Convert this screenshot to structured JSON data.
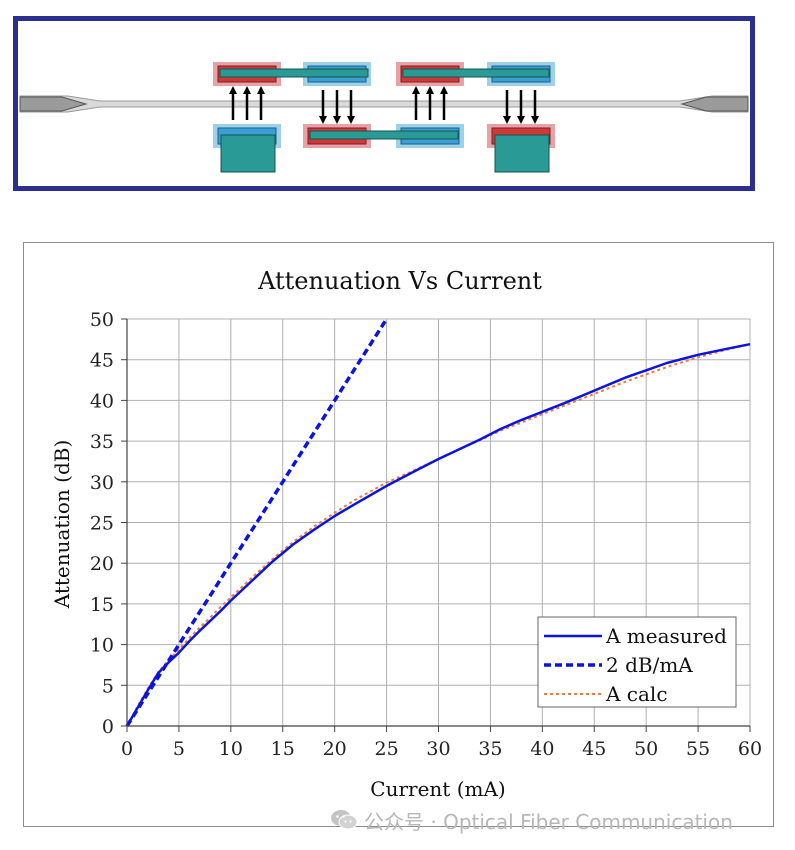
{
  "colors": {
    "frame_navy": "#2b2f8f",
    "heater_red": "#d0393a",
    "heater_red_light": "#e6a2a6",
    "electrode_blue": "#3b9fd6",
    "electrode_blue_light": "#9fd0ea",
    "bar_teal": "#2a9a96",
    "fiber_gray": "#d9d9d9",
    "series_measured": "#0a14e0",
    "series_slope": "#0a14e0",
    "series_calc": "#f07a3c",
    "grid": "#b0b0b0"
  },
  "chart_data": {
    "type": "line",
    "title": "Attenuation Vs Current",
    "xlabel": "Current (mA)",
    "ylabel": "Attenuation (dB)",
    "xlim": [
      0,
      60
    ],
    "ylim": [
      0,
      50
    ],
    "x_ticks": [
      0,
      5,
      10,
      15,
      20,
      25,
      30,
      35,
      40,
      45,
      50,
      55,
      60
    ],
    "y_ticks": [
      0,
      5,
      10,
      15,
      20,
      25,
      30,
      35,
      40,
      45,
      50
    ],
    "x_tick_labels": [
      "0",
      "5",
      "10",
      "15",
      "20",
      "25",
      "30",
      "35",
      "40",
      "45",
      "50",
      "55",
      "60"
    ],
    "y_tick_labels": [
      "0",
      "5",
      "10",
      "15",
      "20",
      "25",
      "30",
      "35",
      "40",
      "45",
      "50"
    ],
    "grid": true,
    "legend_position": "bottom-right",
    "series": [
      {
        "name": "A measured",
        "style": "solid",
        "x": [
          0,
          1,
          2,
          3,
          4,
          5,
          6,
          7,
          8,
          9,
          10,
          12,
          14,
          16,
          18,
          20,
          22,
          25,
          28,
          30,
          32,
          34,
          36,
          38,
          40,
          42,
          45,
          48,
          50,
          52,
          55,
          58,
          60
        ],
        "y": [
          0,
          2.2,
          4.4,
          6.5,
          7.8,
          9.0,
          10.4,
          11.7,
          12.9,
          14.1,
          15.4,
          17.8,
          20.2,
          22.3,
          24.1,
          25.8,
          27.3,
          29.5,
          31.5,
          32.8,
          34.0,
          35.2,
          36.5,
          37.6,
          38.6,
          39.6,
          41.2,
          42.8,
          43.7,
          44.6,
          45.6,
          46.4,
          46.9
        ]
      },
      {
        "name": "2 dB/mA",
        "style": "dashed",
        "x": [
          0,
          1,
          2,
          3,
          4,
          5,
          6,
          7,
          8,
          9,
          10,
          11,
          12,
          13,
          14,
          15,
          16,
          17,
          18,
          19,
          20,
          21,
          22,
          23,
          24,
          25
        ],
        "y": [
          0,
          2,
          4,
          6,
          8,
          10,
          12,
          14,
          16,
          18,
          20,
          22,
          24,
          26,
          28,
          30,
          32,
          34,
          36,
          38,
          40,
          42,
          44,
          46,
          48,
          50
        ]
      },
      {
        "name": "A calc",
        "style": "dotted",
        "x": [
          0,
          1,
          2,
          3,
          4,
          5,
          6,
          7,
          8,
          9,
          10,
          12,
          14,
          16,
          18,
          20,
          22,
          25,
          28,
          30,
          32,
          34,
          36,
          38,
          40,
          42,
          45,
          48,
          50,
          52,
          55,
          58,
          60
        ],
        "y": [
          0,
          2.4,
          4.6,
          6.6,
          8.1,
          9.4,
          10.8,
          12.1,
          13.3,
          14.6,
          15.8,
          18.2,
          20.5,
          22.6,
          24.5,
          26.2,
          27.8,
          29.9,
          31.6,
          32.8,
          34.0,
          35.1,
          36.3,
          37.3,
          38.3,
          39.3,
          40.8,
          42.3,
          43.2,
          44.1,
          45.3,
          46.3,
          46.9
        ]
      }
    ]
  },
  "watermark": {
    "text": "公众号 · Optical Fiber Communication",
    "icon": "wechat-icon"
  }
}
